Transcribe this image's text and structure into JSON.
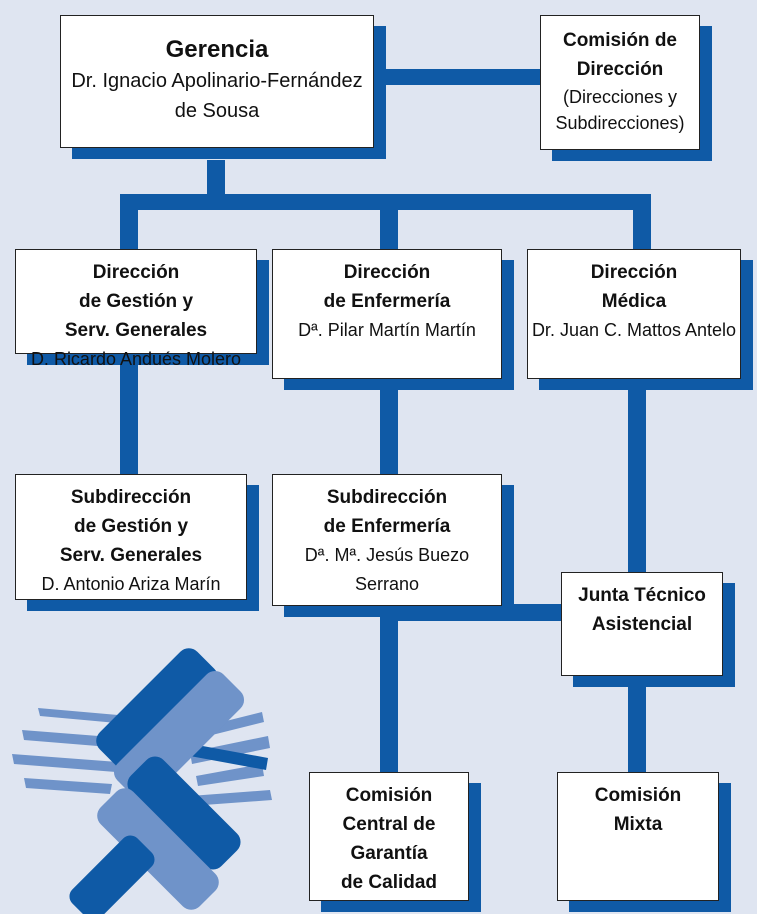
{
  "gerencia": {
    "title": "Gerencia",
    "name_line1": "Dr. Ignacio Apolinario-Fernández",
    "name_line2": "de Sousa"
  },
  "comision_direccion": {
    "title_line1": "Comisión de",
    "title_line2": "Dirección",
    "sub_line1": "(Direcciones y",
    "sub_line2": "Subdirecciones)"
  },
  "dir_gestion": {
    "title_line1": "Dirección",
    "title_line2": "de Gestión y",
    "title_line3": "Serv. Generales",
    "name": "D. Ricardo Andués Molero"
  },
  "dir_enfermeria": {
    "title_line1": "Dirección",
    "title_line2": "de Enfermería",
    "name": "Dª. Pilar Martín Martín"
  },
  "dir_medica": {
    "title_line1": "Dirección",
    "title_line2": "Médica",
    "name": "Dr. Juan C. Mattos Antelo"
  },
  "subdir_gestion": {
    "title_line1": "Subdirección",
    "title_line2": "de Gestión y",
    "title_line3": "Serv. Generales",
    "name": "D. Antonio Ariza Marín"
  },
  "subdir_enfermeria": {
    "title_line1": "Subdirección",
    "title_line2": "de Enfermería",
    "name": "Dª. Mª. Jesús Buezo Serrano"
  },
  "junta": {
    "title_line1": "Junta Técnico",
    "title_line2": "Asistencial"
  },
  "comision_central": {
    "title_line1": "Comisión",
    "title_line2": "Central de",
    "title_line3": "Garantía",
    "title_line4": "de Calidad"
  },
  "comision_mixta": {
    "title_line1": "Comisión",
    "title_line2": "Mixta"
  },
  "colors": {
    "background": "#dfe5f1",
    "connector": "#0f5aa6",
    "logo_light": "#6f93c9",
    "logo_dark": "#0f5aa6"
  }
}
